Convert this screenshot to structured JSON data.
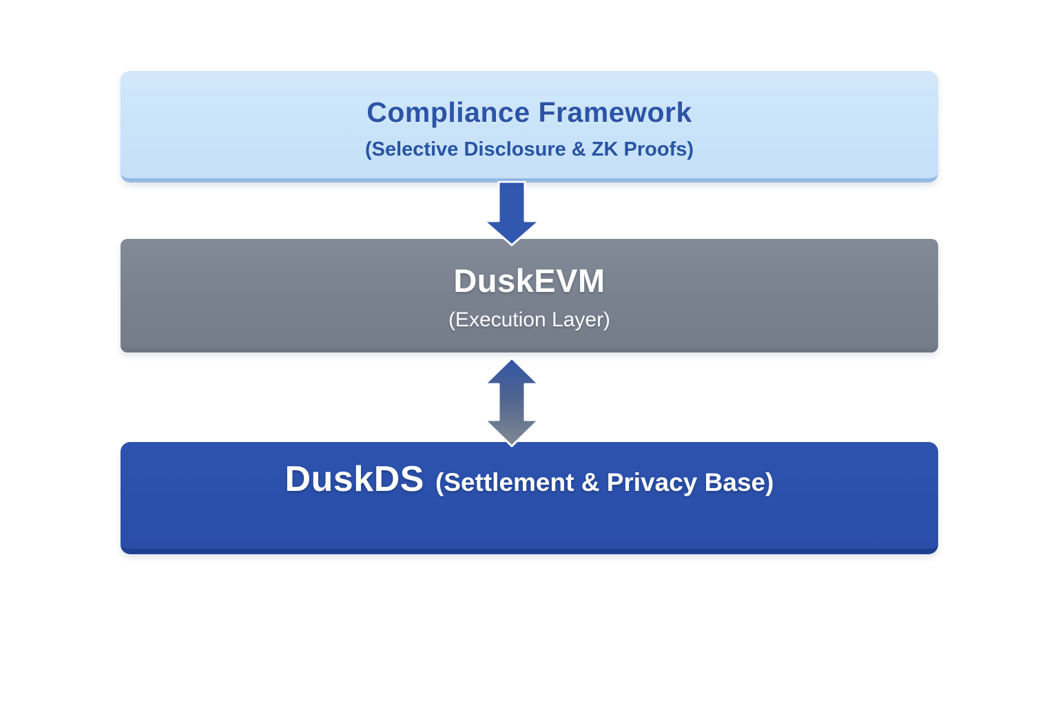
{
  "diagram": {
    "background_color": "#ffffff",
    "layers": [
      {
        "title": "Compliance Framework",
        "subtitle": "(Selective Disclosure & ZK Proofs)",
        "fill_color": "#cae3f9",
        "edge_color": "#94b9e3",
        "text_color": "#2c54a6"
      },
      {
        "title": "DuskEVM",
        "subtitle": "(Execution Layer)",
        "fill_color": "#79818f",
        "edge_color": "#6e7686",
        "text_color": "#ffffff"
      },
      {
        "title": "DuskDS",
        "subtitle": "(Settlement & Privacy Base)",
        "fill_color": "#2a50ac",
        "edge_color": "#1f3f92",
        "text_color": "#ffffff"
      }
    ],
    "arrows": [
      {
        "name": "down-arrow",
        "direction": "down",
        "from": "Compliance Framework",
        "to": "DuskEVM",
        "color": "#3257ae",
        "outline_color": "#ffffff"
      },
      {
        "name": "bidirectional-arrow",
        "direction": "up-down",
        "from": "DuskEVM",
        "to": "DuskDS",
        "color_top": "#3156a9",
        "color_bottom": "#828a94",
        "outline_color": "#ffffff"
      }
    ]
  }
}
